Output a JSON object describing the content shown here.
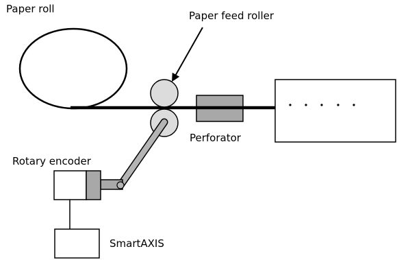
{
  "labels": {
    "paper_roll": "Paper roll",
    "paper_feed_roller": "Paper feed roller",
    "perforator": "Perforator",
    "rotary_encoder": "Rotary encoder",
    "smartaxis": "SmartAXIS"
  },
  "colors": {
    "stroke": "#000000",
    "roller_fill": "#dcdcdc",
    "perforator_fill": "#a8a8a8",
    "encoder_shaft_fill": "#a8a8a8",
    "arm_fill": "#b4b4b4",
    "box_fill": "#ffffff"
  },
  "icons": {
    "arrow": "arrow-down-left"
  }
}
